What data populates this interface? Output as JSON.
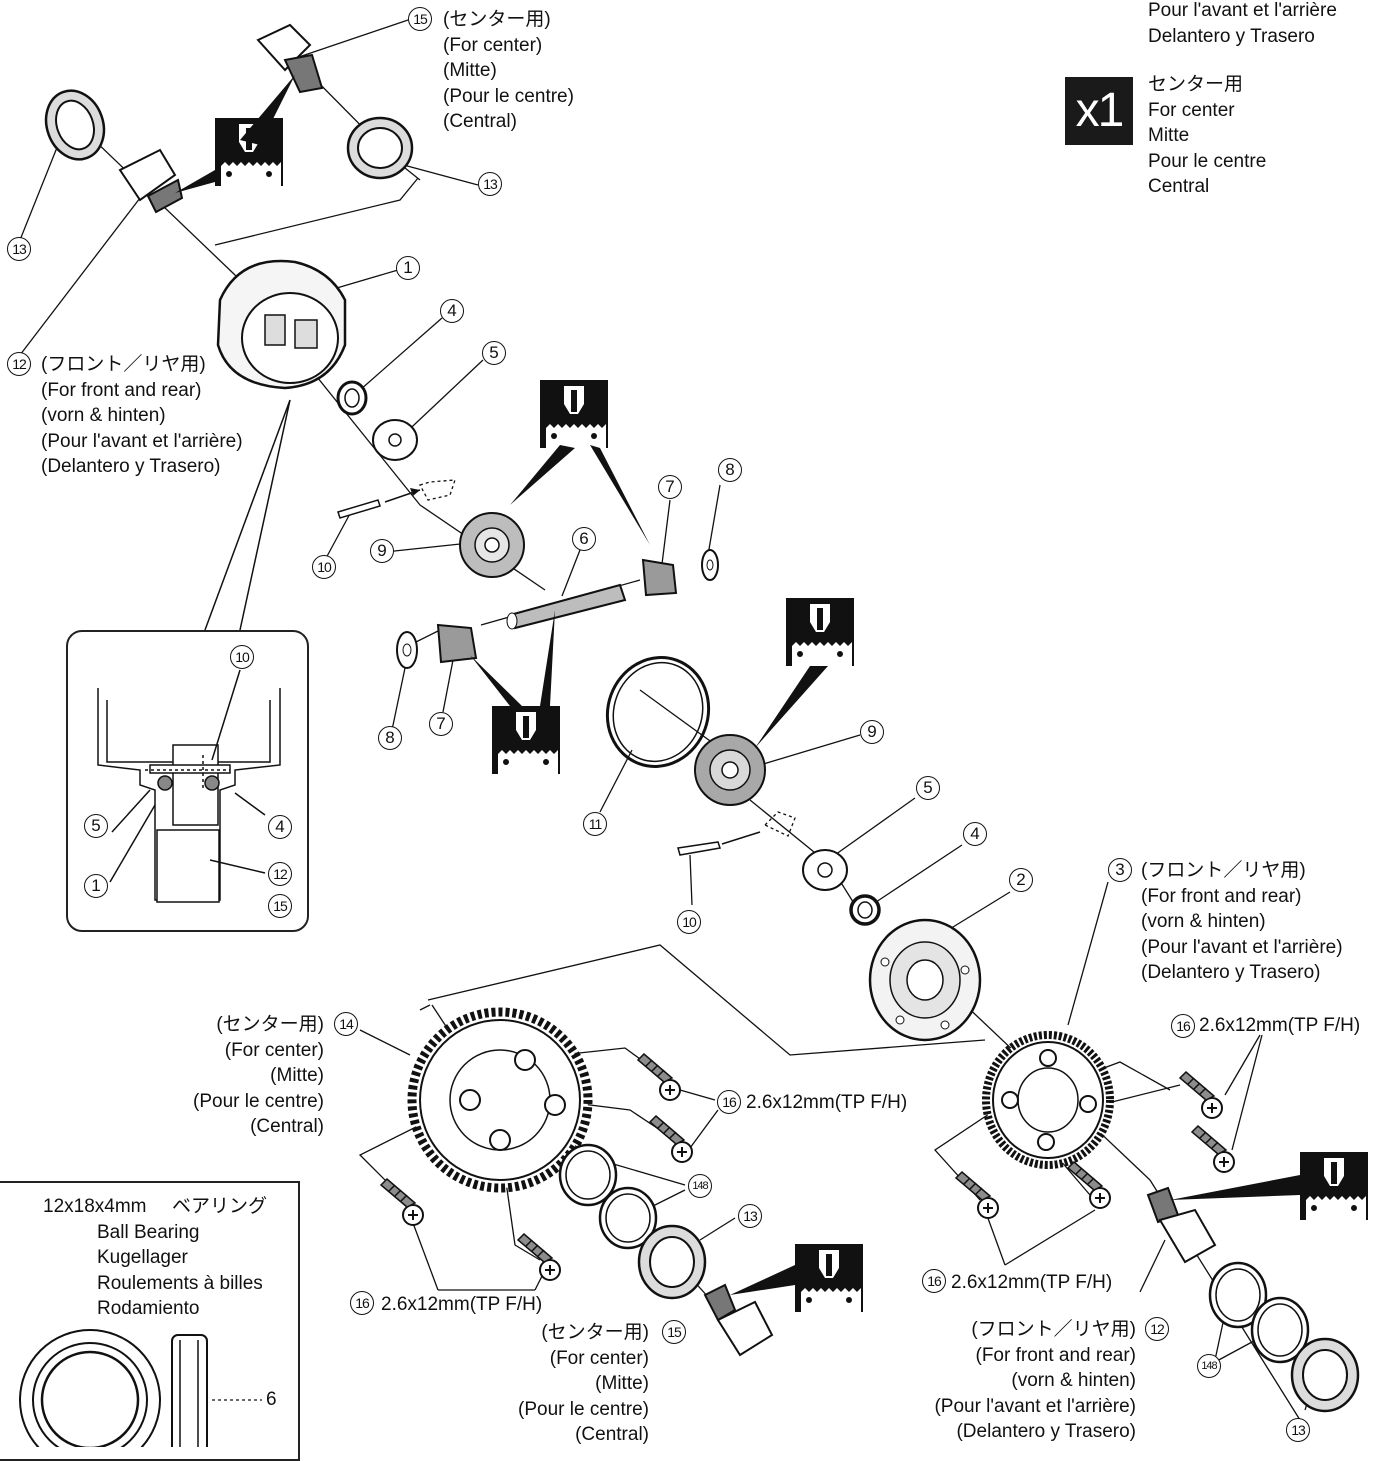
{
  "top_right": {
    "lines": [
      "Pour l'avant et l'arrière",
      "Delantero y Trasero"
    ],
    "qty_badge": "x1",
    "center_lines": [
      "センター用",
      "For center",
      "Mitte",
      "Pour le centre",
      "Central"
    ]
  },
  "labels": {
    "p15_top": [
      "(センター用)",
      "(For center)",
      "(Mitte)",
      "(Pour le centre)",
      "(Central)"
    ],
    "p12_left": [
      "(フロント／リヤ用)",
      "(For front and rear)",
      "(vorn & hinten)",
      "(Pour l'avant et l'arrière)",
      "(Delantero y Trasero)"
    ],
    "p3_right": [
      "(フロント／リヤ用)",
      "(For front and rear)",
      "(vorn & hinten)",
      "(Pour l'avant et l'arrière)",
      "(Delantero y Trasero)"
    ],
    "p14_left": [
      "(センター用)",
      "(For center)",
      "(Mitte)",
      "(Pour le centre)",
      "(Central)"
    ],
    "p15_bottom": [
      "(センター用)",
      "(For center)",
      "(Mitte)",
      "(Pour le centre)",
      "(Central)"
    ],
    "p12_bottom": [
      "(フロント／リヤ用)",
      "(For front and rear)",
      "(vorn & hinten)",
      "(Pour l'avant et l'arrière)",
      "(Delantero y Trasero)"
    ]
  },
  "screw_spec": "2.6x12mm(TP F/H)",
  "bearing_box": {
    "size": "12x18x4mm",
    "lines": [
      "ベアリング",
      "Ball Bearing",
      "Kugellager",
      "Roulements à billes",
      "Rodamiento"
    ],
    "scale_mark": "6"
  },
  "part_numbers": {
    "n1": "1",
    "n2": "2",
    "n3": "3",
    "n4": "4",
    "n5": "5",
    "n6": "6",
    "n7": "7",
    "n8": "8",
    "n9": "9",
    "n10": "10",
    "n11": "11",
    "n12": "12",
    "n13": "13",
    "n14": "14",
    "n15": "15",
    "n16": "16",
    "n148": "148"
  },
  "colors": {
    "ink": "#111111",
    "part_fill": "#c9c9c9",
    "dark_fill": "#8a8a8a",
    "badge_bg": "#1a1a1a"
  }
}
